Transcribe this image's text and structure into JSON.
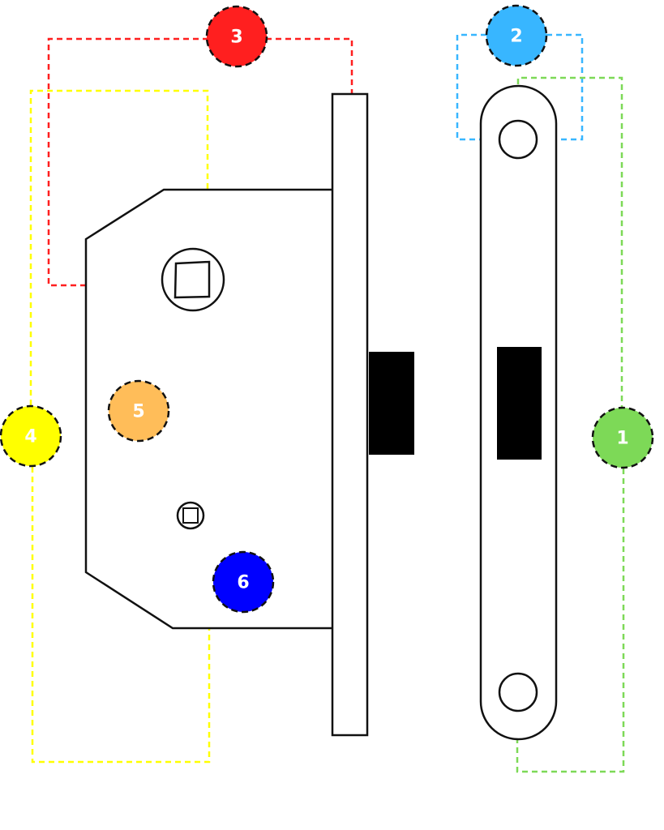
{
  "colors": {
    "part_1": "#7dd957",
    "part_2": "#38b6ff",
    "part_3": "#ff1f1f",
    "part_4": "#ffff00",
    "part_5": "#ffbd59",
    "part_6": "#0000ff",
    "outline": "#111111",
    "background": "#ffffff"
  },
  "markers": [
    {
      "label": "1",
      "color_key": "part_1"
    },
    {
      "label": "2",
      "color_key": "part_2"
    },
    {
      "label": "3",
      "color_key": "part_3"
    },
    {
      "label": "4",
      "color_key": "part_4"
    },
    {
      "label": "5",
      "color_key": "part_5"
    },
    {
      "label": "6",
      "color_key": "part_6"
    }
  ]
}
